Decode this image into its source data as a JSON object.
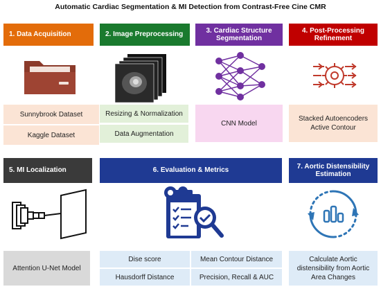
{
  "title": "Automatic Cardiac Segmentation & MI Detection from Contrast-Free Cine CMR",
  "stages": {
    "s1": {
      "header": "1. Data Acquisition",
      "color": "#e36c0a",
      "items": [
        "Sunnybrook Dataset",
        "Kaggle Dataset"
      ],
      "icon": "folder-icon",
      "icon_color": "#8b3a2a"
    },
    "s2": {
      "header": "2. Image Preprocessing",
      "color": "#1a7a2e",
      "items": [
        "Resizing & Normalization",
        "Data Augmentation"
      ],
      "icon": "mri-slices-icon"
    },
    "s3": {
      "header": "3. Cardiac Structure Segmentation",
      "color": "#7030a0",
      "items": [
        "CNN Model"
      ],
      "icon": "neural-network-icon",
      "icon_color": "#7030a0"
    },
    "s4": {
      "header": "4. Post-Processing Refinement",
      "color": "#c00000",
      "items": [
        "Stacked Autoencoders",
        "Active Contour"
      ],
      "icon": "gear-processing-icon",
      "icon_color": "#c0392b"
    },
    "s5": {
      "header": "5. MI Localization",
      "color": "#3a3a3a",
      "items": [
        "Attention U-Net Model"
      ],
      "icon": "attention-gate-icon"
    },
    "s6": {
      "header": "6. Evaluation & Metrics",
      "color": "#1f3a93",
      "items": [
        "Dise score",
        "Mean Contour Distance",
        "Hausdorff Distance",
        "Precision, Recall & AUC"
      ],
      "icon": "evaluation-clipboard-icon",
      "icon_color": "#1f3a93"
    },
    "s7": {
      "header": "7. Aortic Distensibility Estimation",
      "color": "#1f3a93",
      "items": [
        "Calculate Aortic distensibility from Aortic Area Changes"
      ],
      "icon": "cycle-chart-icon",
      "icon_color": "#2e75b6"
    }
  },
  "colors": {
    "s1_box": "#fbe4d5",
    "s2_box": "#e2f0d9",
    "s3_box": "#f8d7f0",
    "s4_box": "#fbe4d5",
    "s5_box": "#d9d9d9",
    "s6_box": "#deebf7",
    "s7_box": "#deebf7"
  }
}
